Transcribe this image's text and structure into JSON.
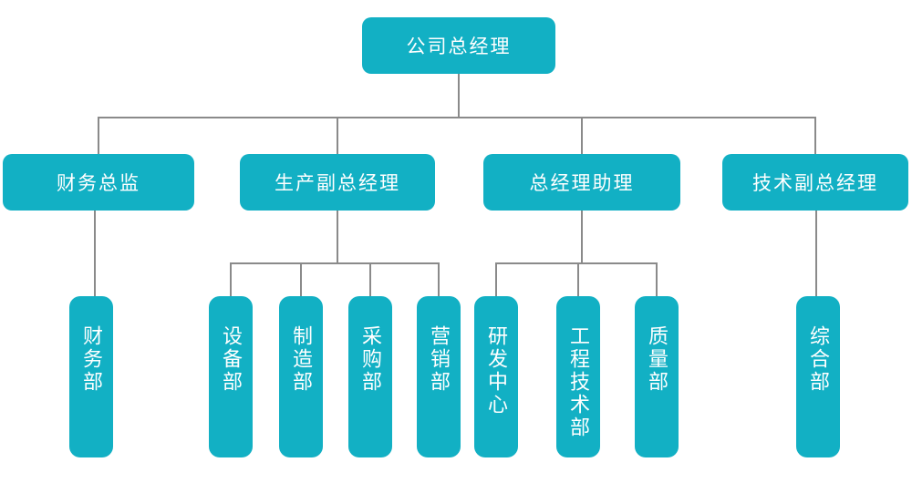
{
  "colors": {
    "node_fill": "#12b0c4",
    "node_text": "#ffffff",
    "connector": "#8a8a8a",
    "background": "#ffffff"
  },
  "org_chart": {
    "type": "org-tree",
    "root": {
      "label": "公司总经理"
    },
    "branches": [
      {
        "label": "财务总监",
        "children": [
          {
            "label": "财务部"
          }
        ]
      },
      {
        "label": "生产副总经理",
        "children": [
          {
            "label": "设备部"
          },
          {
            "label": "制造部"
          },
          {
            "label": "采购部"
          },
          {
            "label": "营销部"
          }
        ]
      },
      {
        "label": "总经理助理",
        "children": [
          {
            "label": "研发中心"
          },
          {
            "label": "工程技术部"
          },
          {
            "label": "质量部"
          }
        ]
      },
      {
        "label": "技术副总经理",
        "children": [
          {
            "label": "综合部"
          }
        ]
      }
    ]
  }
}
